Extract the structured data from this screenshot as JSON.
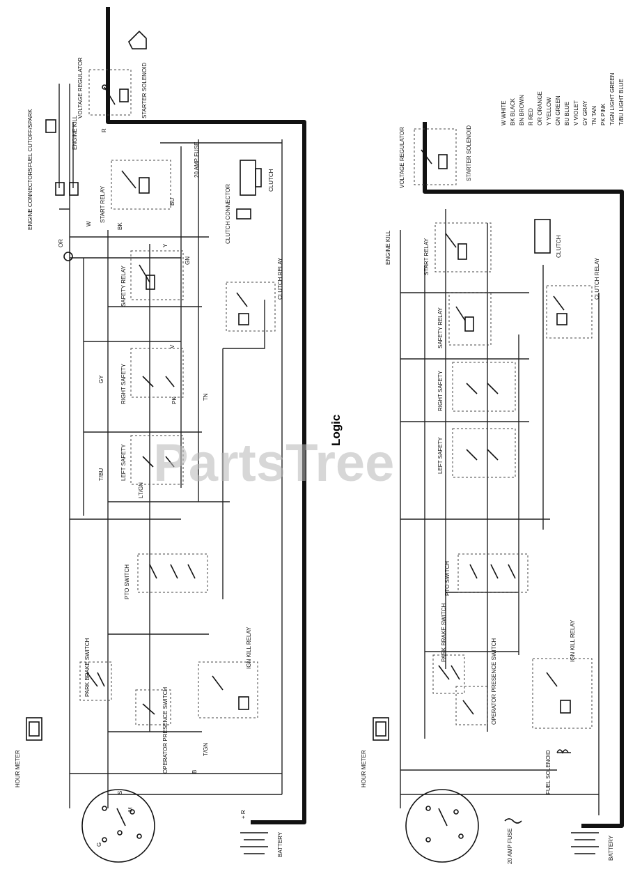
{
  "title": "Logic",
  "watermark": "PartsTree",
  "left_schematic": {
    "components": [
      {
        "id": "voltage-regulator",
        "label": "VOLTAGE REGULATOR"
      },
      {
        "id": "starter-solenoid",
        "label": "STARTER SOLENOID"
      },
      {
        "id": "fuel-cutoff",
        "label": "FUEL CUTOFF/SPARK"
      },
      {
        "id": "engine-kill",
        "label": "ENGINE KILL"
      },
      {
        "id": "engine-connectors",
        "label": "ENGINE CONNECTORS"
      },
      {
        "id": "start-relay",
        "label": "START RELAY"
      },
      {
        "id": "fuse",
        "label": "20 AMP FUSE"
      },
      {
        "id": "clutch-connector",
        "label": "CLUTCH CONNECTOR"
      },
      {
        "id": "clutch",
        "label": "CLUTCH"
      },
      {
        "id": "safety-relay",
        "label": "SAFETY RELAY"
      },
      {
        "id": "clutch-relay",
        "label": "CLUTCH RELAY"
      },
      {
        "id": "right-safety",
        "label": "RIGHT SAFETY"
      },
      {
        "id": "left-safety",
        "label": "LEFT SAFETY"
      },
      {
        "id": "pto-switch",
        "label": "PTO SWITCH"
      },
      {
        "id": "park-brake-switch",
        "label": "PARK BRAKE SWITCH"
      },
      {
        "id": "ign-kill-relay",
        "label": "IGN KILL RELAY"
      },
      {
        "id": "operator-presence",
        "label": "OPERATOR PRESENCE SWITCH"
      },
      {
        "id": "hour-meter",
        "label": "HOUR METER"
      },
      {
        "id": "battery",
        "label": "BATTERY"
      }
    ],
    "wire_labels": [
      "OR",
      "W",
      "R",
      "BK",
      "BU",
      "Y",
      "GN",
      "V",
      "GY",
      "PK",
      "T/BU",
      "LT/GN",
      "TN",
      "T/GN",
      "B",
      "S",
      "M",
      "G",
      "+ R"
    ]
  },
  "right_schematic": {
    "components": [
      {
        "id": "voltage-regulator-2",
        "label": "VOLTAGE REGULATOR"
      },
      {
        "id": "starter-solenoid-2",
        "label": "STARTER SOLENOID"
      },
      {
        "id": "engine-kill-2",
        "label": "ENGINE KILL"
      },
      {
        "id": "start-relay-2",
        "label": "START RELAY"
      },
      {
        "id": "clutch-2",
        "label": "CLUTCH"
      },
      {
        "id": "clutch-relay-2",
        "label": "CLUTCH RELAY"
      },
      {
        "id": "safety-relay-2",
        "label": "SAFETY RELAY"
      },
      {
        "id": "right-safety-2",
        "label": "RIGHT SAFETY"
      },
      {
        "id": "left-safety-2",
        "label": "LEFT SAFETY"
      },
      {
        "id": "pto-switch-2",
        "label": "PTO SWITCH"
      },
      {
        "id": "park-brake-switch-2",
        "label": "PARK BRAKE SWITCH"
      },
      {
        "id": "operator-presence-2",
        "label": "OPERATOR PRESENCE SWITCH"
      },
      {
        "id": "ign-kill-relay-2",
        "label": "IGN KILL RELAY"
      },
      {
        "id": "hour-meter-2",
        "label": "HOUR METER"
      },
      {
        "id": "fuel-solenoid",
        "label": "FUEL SOLENOID"
      },
      {
        "id": "fuse-2",
        "label": "20 AMP FUSE"
      },
      {
        "id": "battery-2",
        "label": "BATTERY"
      }
    ]
  },
  "color_legend": [
    "W  WHITE",
    "BK BLACK",
    "BN BROWN",
    "R  RED",
    "OR ORANGE",
    "Y  YELLOW",
    "GN GREEN",
    "BU BLUE",
    "V  VIOLET",
    "GY GRAY",
    "TN TAN",
    "PK PINK",
    "T/GN LIGHT GREEN",
    "T/BU LIGHT BLUE"
  ]
}
